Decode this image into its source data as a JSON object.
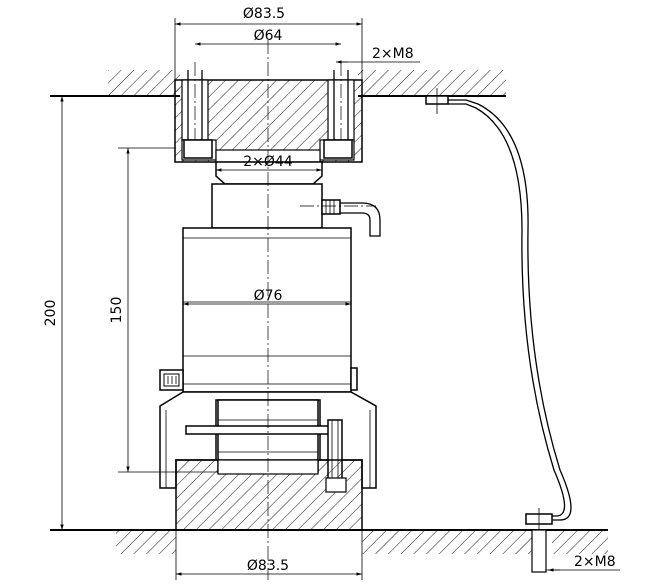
{
  "labels": {
    "top_outer_diameter": "Ø83.5",
    "top_bolt_circle": "Ø64",
    "top_bolts": "2×M8",
    "pin_diameter": "2×Ø44",
    "body_diameter": "Ø76",
    "total_height": "200",
    "body_height": "150",
    "bottom_outer_diameter": "Ø83.5",
    "bottom_bolts": "2×M8"
  }
}
